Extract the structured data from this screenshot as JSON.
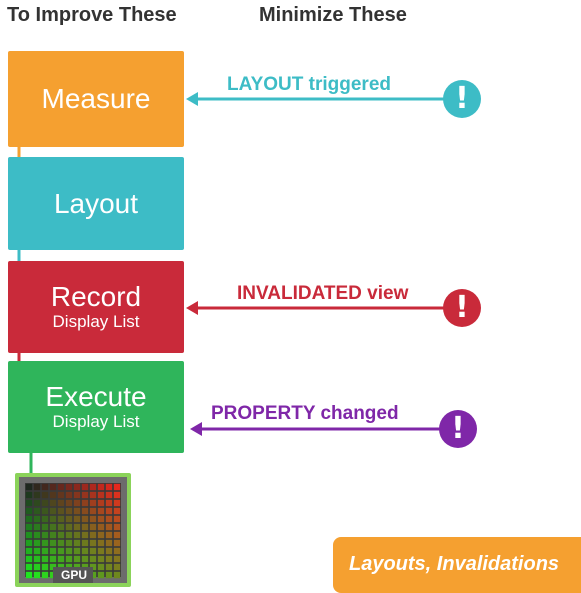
{
  "header": {
    "left": "To Improve These",
    "right": "Minimize These"
  },
  "stages": {
    "measure": {
      "title": "Measure"
    },
    "layout": {
      "title": "Layout"
    },
    "record": {
      "title": "Record",
      "subtitle": "Display List"
    },
    "execute": {
      "title": "Execute",
      "subtitle": "Display List"
    }
  },
  "triggers": {
    "layout": "LAYOUT triggered",
    "invalidated": "INVALIDATED view",
    "property": "PROPERTY changed"
  },
  "alerts": {
    "symbol": "!"
  },
  "gpu": {
    "label": "GPU"
  },
  "legend": "Layouts, Invalidations",
  "colors": {
    "measure": "#f5a030",
    "layout": "#3dbcc6",
    "record": "#c92a3a",
    "execute": "#2fb55b",
    "property": "#7f27a8",
    "legend": "#f5a030",
    "header": "#333333"
  },
  "icons": [
    "alert-exclamation-icon",
    "gpu-chip-icon"
  ]
}
